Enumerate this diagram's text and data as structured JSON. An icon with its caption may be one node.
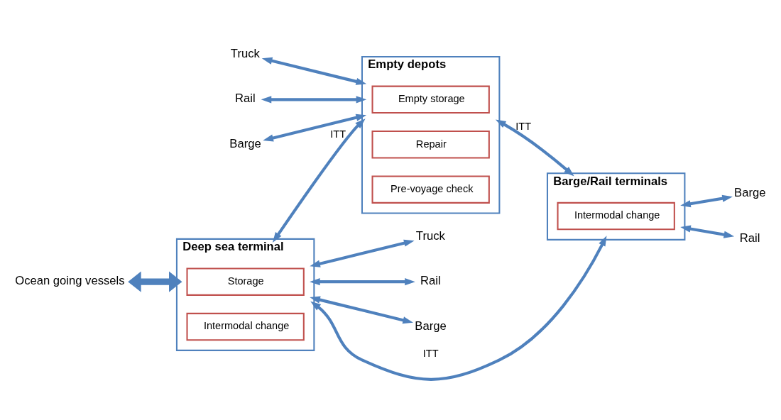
{
  "diagram": {
    "nodes": [
      {
        "text": [
          "Deep sea terminal"
        ]
      },
      {
        "text": [
          "Storage"
        ],
        "in": 0
      },
      {
        "text": [
          "Intermodal change"
        ],
        "in": 0
      },
      {
        "text": [
          "Ocean going vessels"
        ]
      },
      {
        "text": [
          "Truck"
        ]
      },
      {
        "text": [
          "Rail"
        ]
      },
      {
        "text": [
          "Barge"
        ]
      },
      {
        "text": [
          "Empty depots"
        ]
      },
      {
        "text": [
          "Empty storage"
        ],
        "in": 7
      },
      {
        "text": [
          "Repair"
        ],
        "in": 7
      },
      {
        "text": [
          "Pre-voyage check"
        ],
        "in": 7
      },
      {
        "text": [
          "Barge/Rail terminals"
        ]
      },
      {
        "text": [
          "Intermodal change"
        ],
        "in": 11
      },
      {
        "text": [
          "Truck"
        ]
      },
      {
        "text": [
          "Rail"
        ]
      },
      {
        "text": [
          "Barge"
        ]
      },
      {
        "text": [
          "Barge"
        ]
      },
      {
        "text": [
          "Rail"
        ]
      }
    ],
    "edges": [
      {
        "from": 3,
        "to": 0,
        "arrow": "both",
        "style": "thick"
      },
      {
        "from": 0,
        "to": 4,
        "arrow": "both"
      },
      {
        "from": 0,
        "to": 5,
        "arrow": "both"
      },
      {
        "from": 0,
        "to": 6,
        "arrow": "both"
      },
      {
        "from": 0,
        "to": 7,
        "arrow": "both",
        "label": "ITT"
      },
      {
        "from": 0,
        "to": 11,
        "arrow": "both",
        "label": "ITT"
      },
      {
        "from": 7,
        "to": 11,
        "arrow": "both",
        "label": "ITT"
      },
      {
        "from": 13,
        "to": 7,
        "arrow": "both"
      },
      {
        "from": 14,
        "to": 7,
        "arrow": "both"
      },
      {
        "from": 15,
        "to": 7,
        "arrow": "both"
      },
      {
        "from": 11,
        "to": 16,
        "arrow": "both"
      },
      {
        "from": 11,
        "to": 17,
        "arrow": "both"
      }
    ]
  }
}
